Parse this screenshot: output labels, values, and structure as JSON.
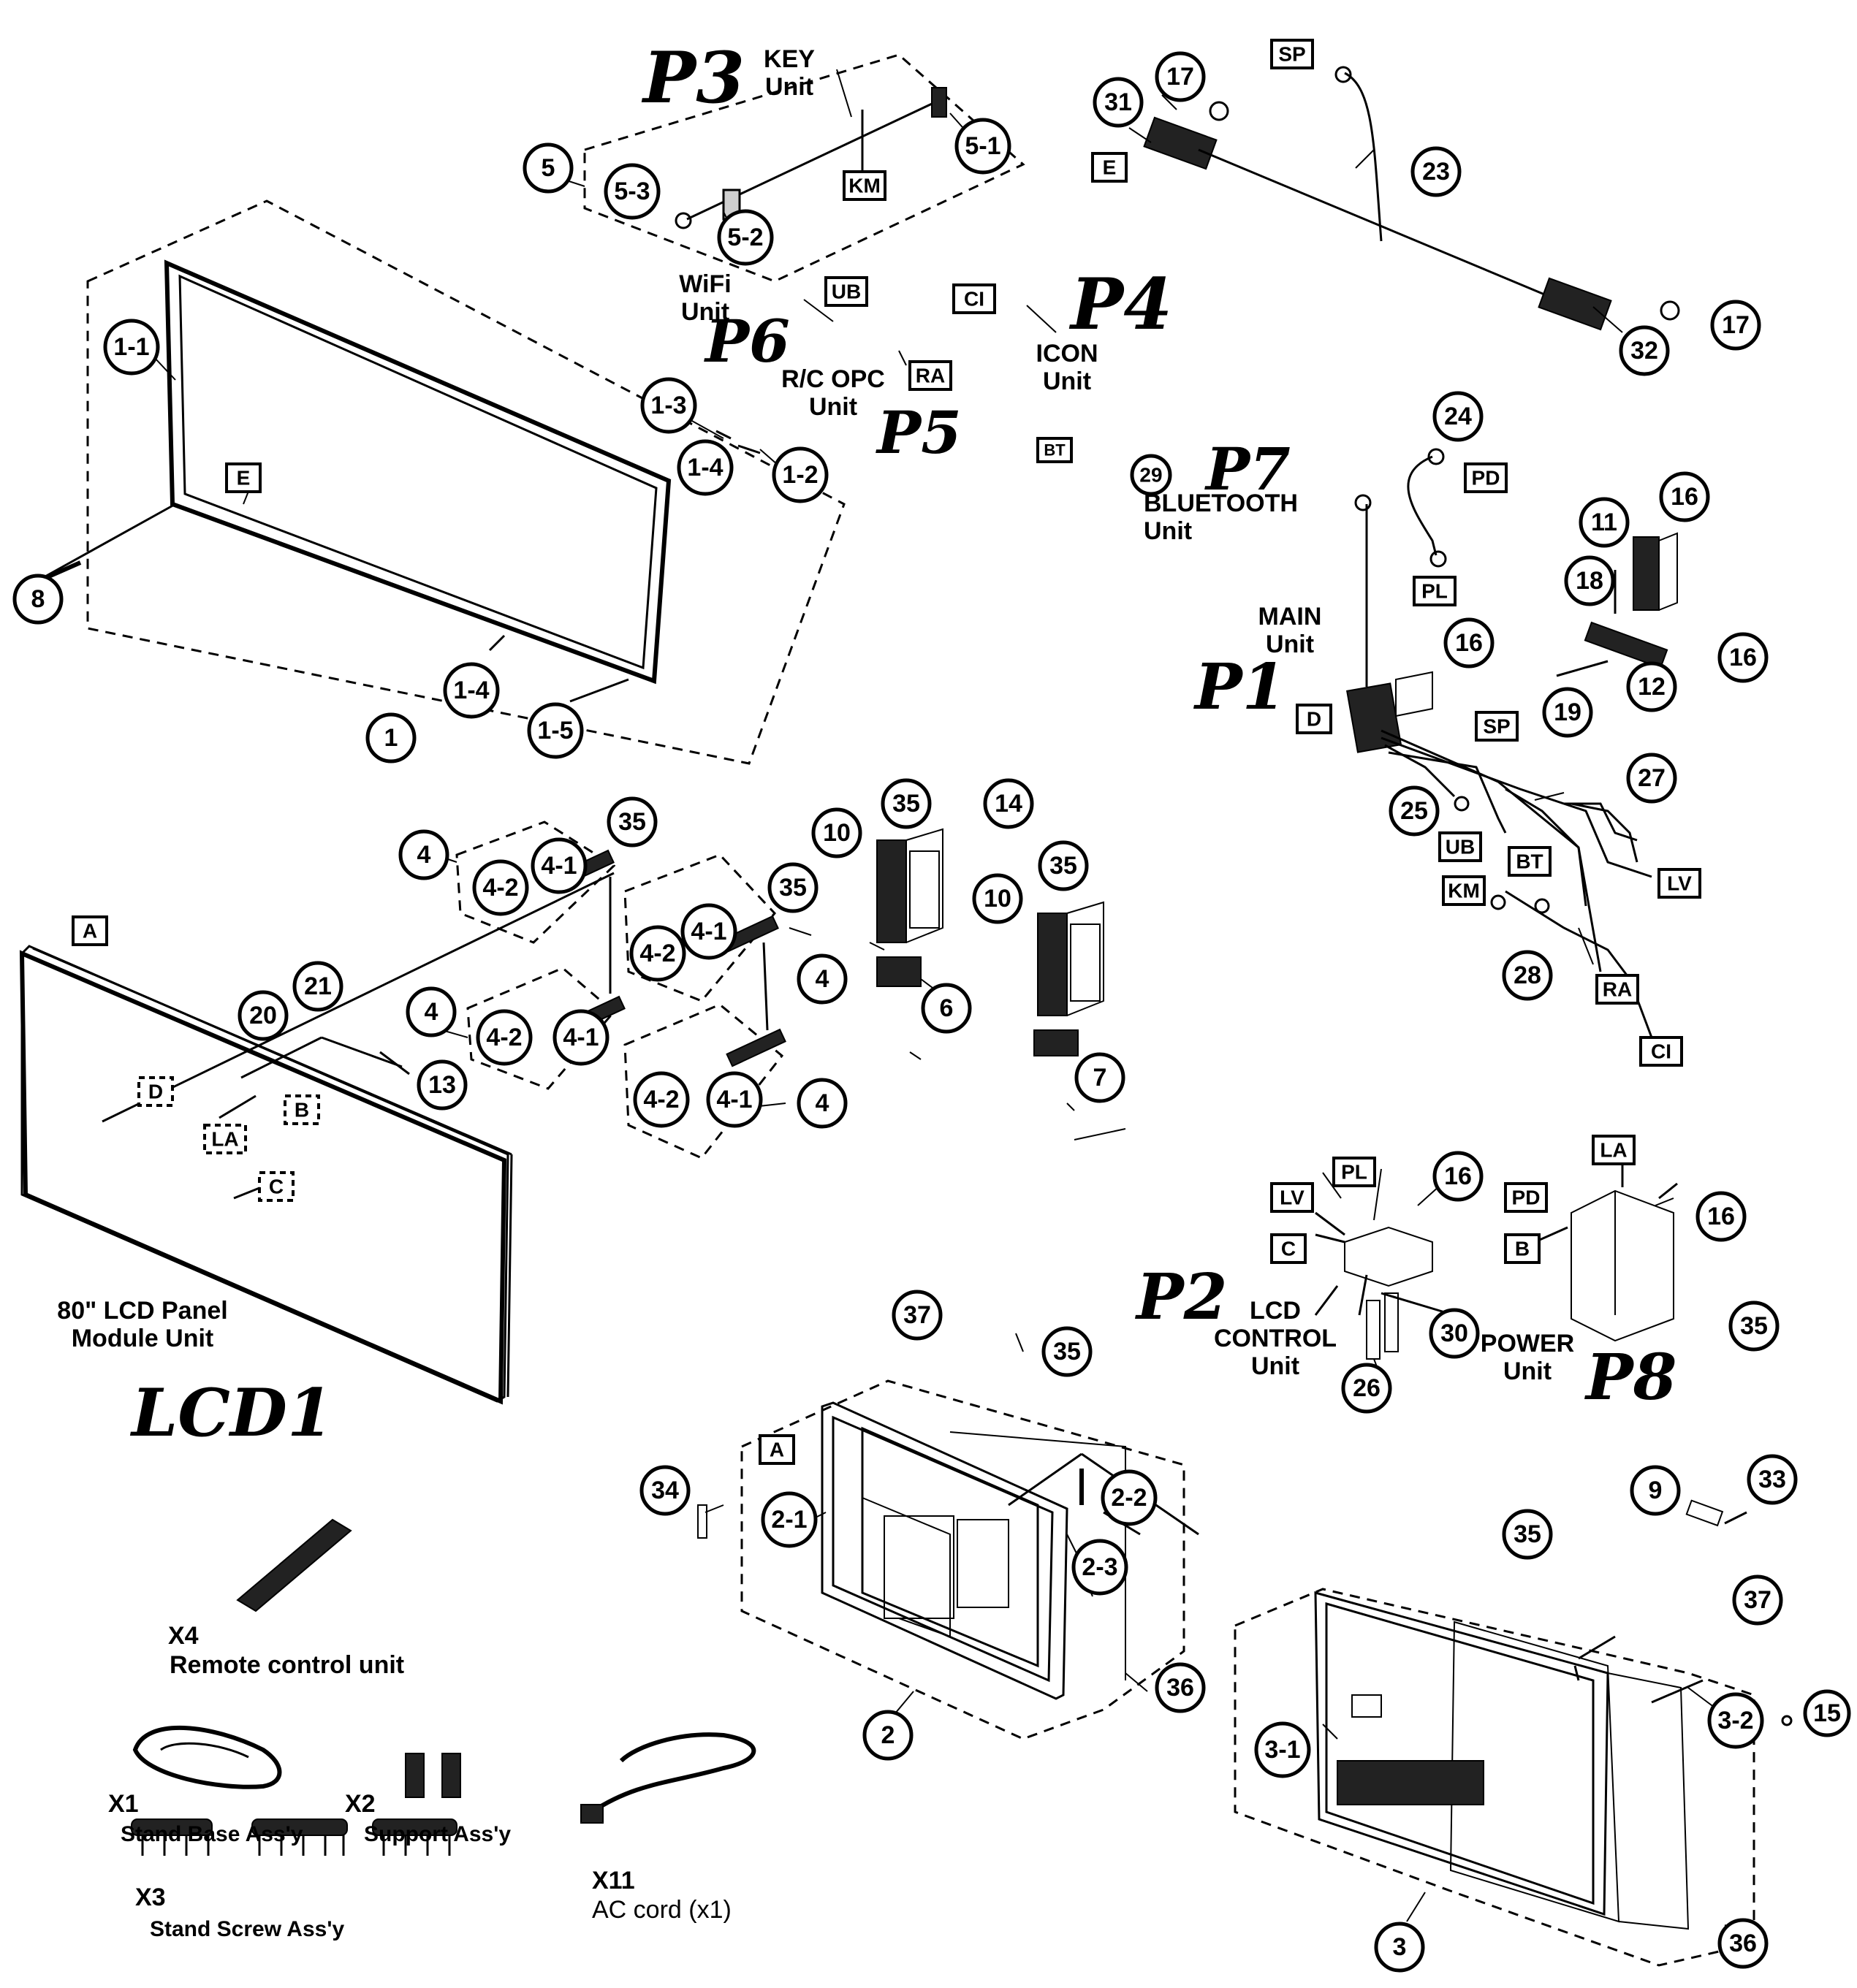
{
  "callouts": [
    "1",
    "1-1",
    "1-2",
    "1-3",
    "1-4",
    "1-5",
    "2",
    "2-1",
    "2-2",
    "2-3",
    "3",
    "3-1",
    "3-2",
    "4",
    "4-1",
    "4-2",
    "5",
    "5-1",
    "5-2",
    "5-3",
    "6",
    "7",
    "8",
    "9",
    "10",
    "11",
    "12",
    "13",
    "14",
    "15",
    "16",
    "17",
    "18",
    "19",
    "20",
    "21",
    "23",
    "24",
    "25",
    "26",
    "27",
    "28",
    "29",
    "30",
    "31",
    "32",
    "33",
    "34",
    "35",
    "36",
    "37"
  ],
  "connectors": [
    "A",
    "B",
    "C",
    "D",
    "E",
    "LA",
    "PD",
    "PL",
    "LV",
    "SP",
    "KM",
    "UB",
    "RA",
    "CI",
    "BT"
  ],
  "handwritten": [
    "P1",
    "P2",
    "P3",
    "P4",
    "P5",
    "P6",
    "P7",
    "P8",
    "LCD1"
  ],
  "labels": {
    "key_unit": [
      "KEY",
      "Unit"
    ],
    "wifi_unit": [
      "WiFi",
      "Unit"
    ],
    "rc_opc_unit": [
      "R/C OPC",
      "Unit"
    ],
    "icon_unit": [
      "ICON",
      "Unit"
    ],
    "bluetooth_unit": [
      "BLUETOOTH",
      "Unit"
    ],
    "main_unit": [
      "MAIN",
      "Unit"
    ],
    "lcd_control_unit": [
      "LCD",
      "CONTROL",
      "Unit"
    ],
    "power_unit": [
      "POWER",
      "Unit"
    ],
    "lcd_panel": [
      "80\" LCD Panel",
      "Module Unit"
    ],
    "x4": "X4",
    "remote": "Remote control unit",
    "x1": "X1",
    "stand_base": "Stand Base Ass'y",
    "x2": "X2",
    "support": "Support Ass'y",
    "x3": "X3",
    "stand_screw": "Stand Screw Ass'y",
    "x11": "X11",
    "ac_cord": "AC cord (x1)"
  }
}
